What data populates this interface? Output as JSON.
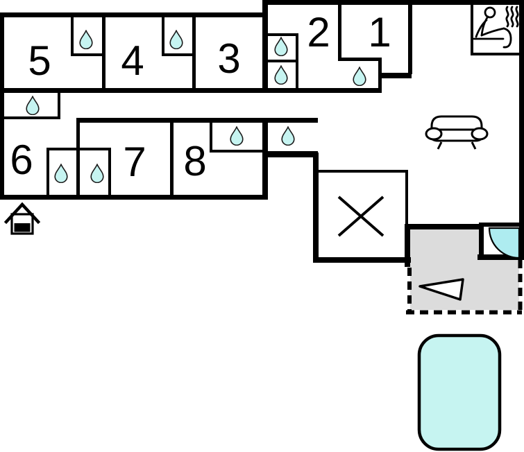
{
  "rooms": [
    {
      "number": "1"
    },
    {
      "number": "2"
    },
    {
      "number": "3"
    },
    {
      "number": "4"
    },
    {
      "number": "5"
    },
    {
      "number": "6"
    },
    {
      "number": "7"
    },
    {
      "number": "8"
    }
  ],
  "colors": {
    "wall": "#000000",
    "background": "#ffffff",
    "water": "#c6f4f1",
    "bath_water": "#aeecf0",
    "terrace": "#dcdcdc"
  },
  "icons": {
    "water_drop": "water-drop-icon",
    "sauna": "sauna-icon",
    "sofa": "sofa-icon",
    "pool": "pool",
    "entrance_arrow": "entrance-arrow-icon",
    "annex_house": "annex-house-icon",
    "cross_mark": "x-mark-icon",
    "corner_bath": "corner-bath-icon"
  },
  "counts": {
    "rooms": 8,
    "water_drops": 10
  }
}
